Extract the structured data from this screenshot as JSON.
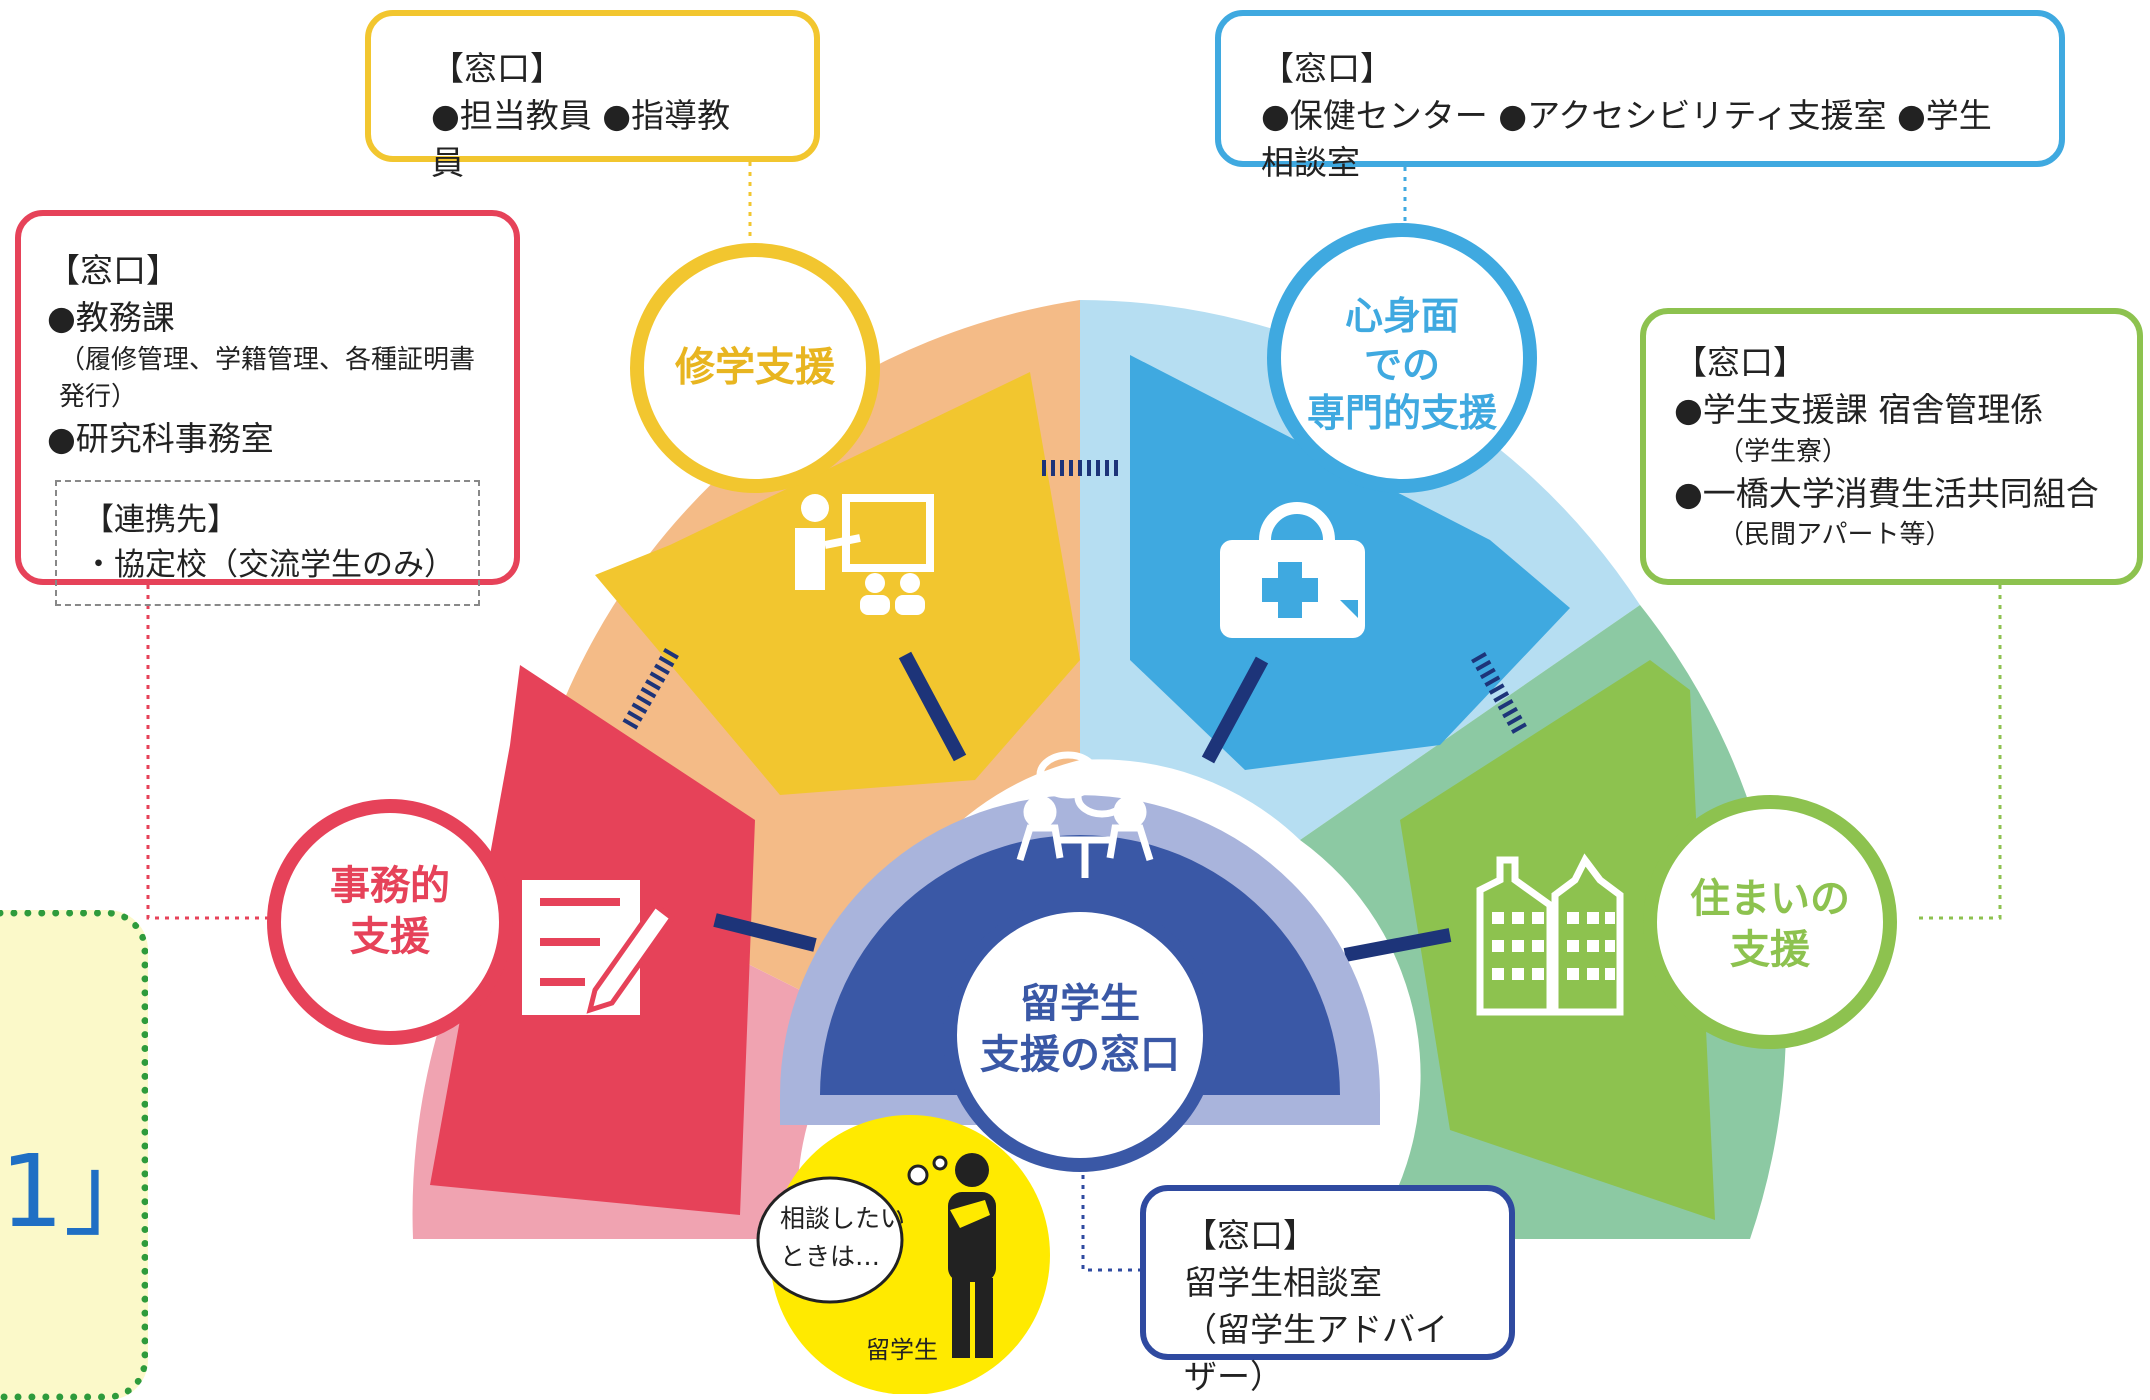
{
  "colors": {
    "academic": "#f2c62f",
    "academic_band": "#f4bb87",
    "admin": "#e64259",
    "admin_band": "#f0a3b1",
    "health": "#3fa9e0",
    "health_band": "#b6def2",
    "housing": "#8dc24f",
    "housing_band": "#8cc9a3",
    "center": "#3a58a6",
    "center_ring": "#a9b4dc",
    "connector": "#1d3479",
    "student_bg": "#ffea00",
    "outline_blue": "#2f4aa0"
  },
  "boxes": {
    "admin": {
      "header": "【窓口】",
      "item1": "●教務課",
      "item1_note": "（履修管理、学籍管理、各種証明書発行）",
      "item2": "●研究科事務室",
      "partner_header": "【連携先】",
      "partner_item": "・協定校（交流学生のみ）"
    },
    "academic": {
      "header": "【窓口】",
      "items": "●担当教員 ●指導教員"
    },
    "health": {
      "header": "【窓口】",
      "items": "●保健センター ●アクセシビリティ支援室 ●学生相談室"
    },
    "housing": {
      "header": "【窓口】",
      "item1": "●学生支援課 宿舎管理係",
      "item1_note": "（学生寮）",
      "item2": "●一橋大学消費生活共同組合",
      "item2_note": "（民間アパート等）"
    },
    "center": {
      "header": "【窓口】",
      "line1": "留学生相談室",
      "line2": "（留学生アドバイザー）"
    }
  },
  "circles": {
    "academic": [
      "修学支援"
    ],
    "admin": [
      "事務的",
      "支援"
    ],
    "health": [
      "心身面",
      "での",
      "専門的支援"
    ],
    "housing": [
      "住まいの",
      "支援"
    ],
    "center": [
      "留学生",
      "支援の窓口"
    ]
  },
  "icons": {
    "academic": "teacher-board-icon",
    "admin": "document-pen-icon",
    "health": "medical-bag-icon",
    "housing": "buildings-icon",
    "center": "consultation-icon",
    "student": "thinking-person-icon"
  },
  "student": {
    "bubble_line1": "相談したい",
    "bubble_line2": "ときは…",
    "label": "留学生"
  },
  "partial_text": "1」"
}
